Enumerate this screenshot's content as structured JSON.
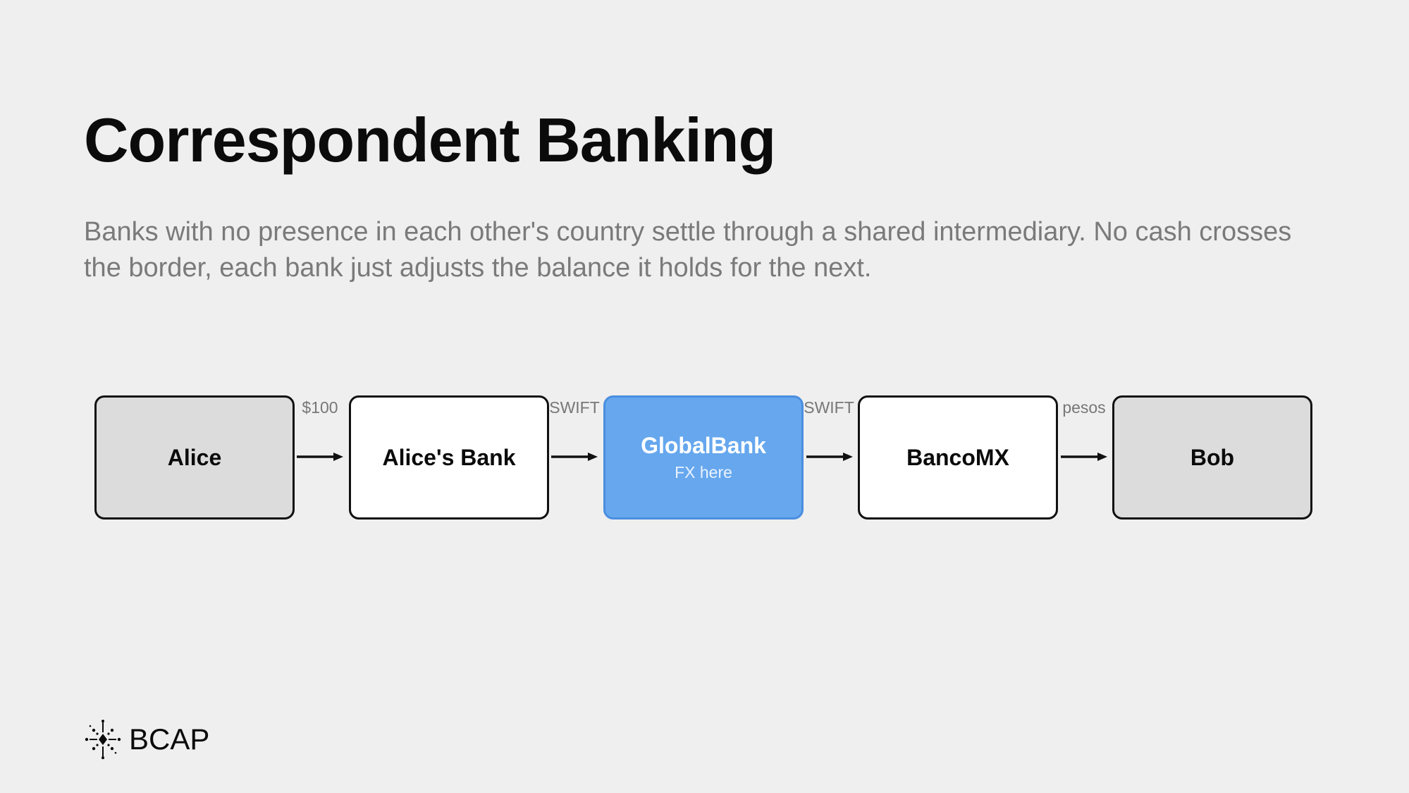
{
  "slide": {
    "title": "Correspondent Banking",
    "subtitle": "Banks with no presence in each other's country settle through a shared intermediary. No cash crosses the border, each bank just adjusts the balance it holds for the next."
  },
  "flow": {
    "nodes": [
      {
        "label": "Alice",
        "kind": "person"
      },
      {
        "label": "Alice's Bank",
        "kind": "bank"
      },
      {
        "label": "GlobalBank",
        "sub": "FX here",
        "kind": "hub"
      },
      {
        "label": "BancoMX",
        "kind": "bank"
      },
      {
        "label": "Bob",
        "kind": "person"
      }
    ],
    "edges": [
      {
        "label": "$100"
      },
      {
        "label": "SWIFT"
      },
      {
        "label": "SWIFT"
      },
      {
        "label": "pesos"
      }
    ]
  },
  "brand": {
    "name": "BCAP",
    "icon": "starburst-logo-icon"
  },
  "colors": {
    "background": "#efefef",
    "hub": "#66a7ee",
    "person": "#dcdcdc",
    "bank": "#ffffff"
  }
}
